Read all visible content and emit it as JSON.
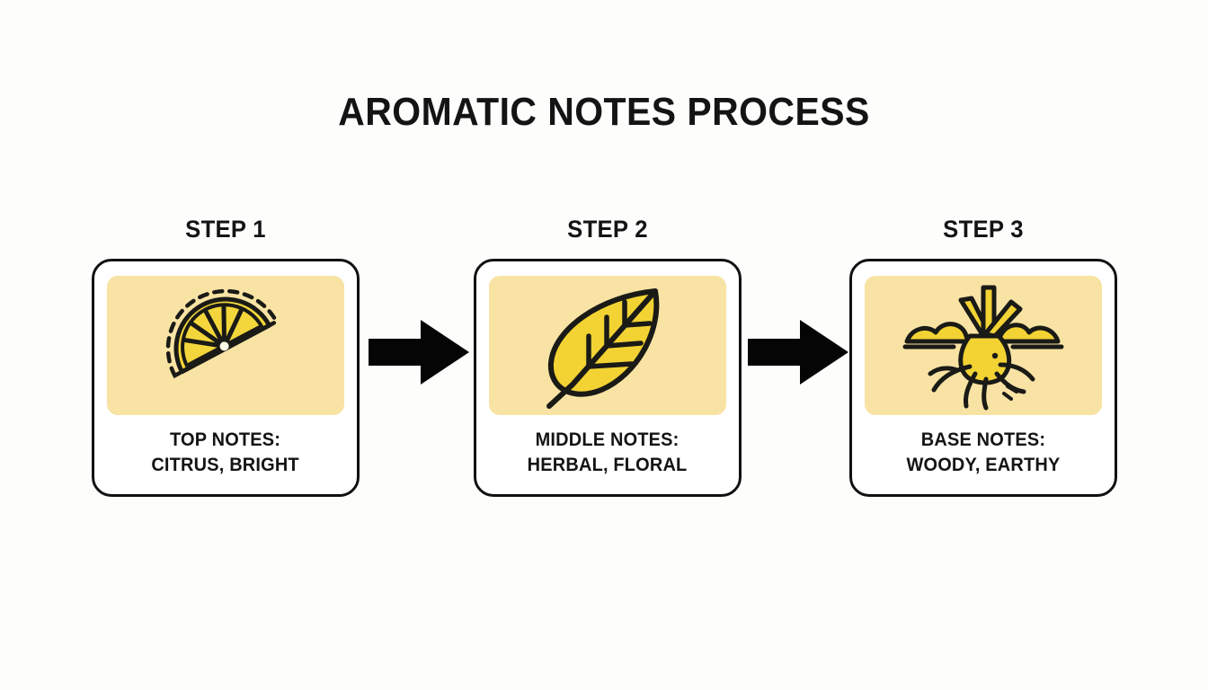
{
  "page": {
    "title": "AROMATIC NOTES PROCESS",
    "background_color": "#fdfdfc",
    "accent_color": "#f8e3a4",
    "icon_fill_color": "#f0d232",
    "line_color": "#141414"
  },
  "steps": [
    {
      "label": "STEP 1",
      "icon": "citrus-slice-icon",
      "caption_line1": "TOP NOTES:",
      "caption_line2": "CITRUS, BRIGHT"
    },
    {
      "label": "STEP 2",
      "icon": "leaf-icon",
      "caption_line1": "MIDDLE NOTES:",
      "caption_line2": "HERBAL, FLORAL"
    },
    {
      "label": "STEP 3",
      "icon": "root-icon",
      "caption_line1": "BASE NOTES:",
      "caption_line2": "WOODY, EARTHY"
    }
  ],
  "connectors": [
    {
      "icon": "arrow-right-icon"
    },
    {
      "icon": "arrow-right-icon"
    }
  ]
}
